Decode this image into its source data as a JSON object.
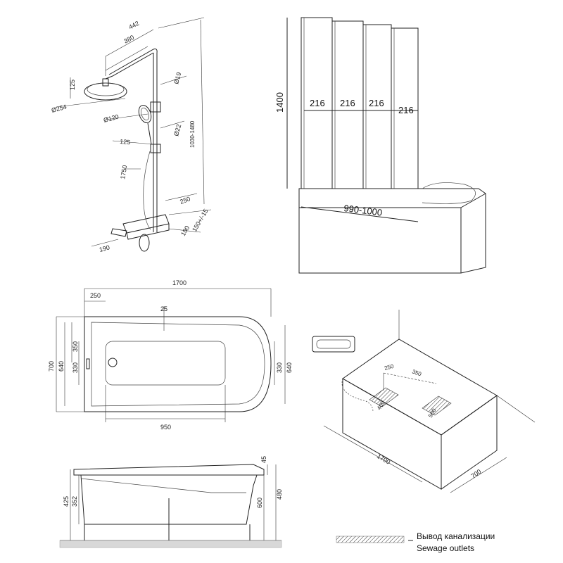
{
  "shower": {
    "dims": {
      "d442": "442",
      "d380": "380",
      "d125a": "125",
      "d254": "Ø254",
      "d19": "Ø19",
      "d120": "Ø120",
      "d22": "Ø22",
      "d125b": "125",
      "d1750": "1750",
      "d1030": "1030-1480",
      "d250": "250",
      "d150": "150+/-15",
      "d100": "100",
      "d190": "190"
    }
  },
  "screen": {
    "height": "1400",
    "panel_widths": [
      "216",
      "216",
      "216",
      "216"
    ],
    "length": "990-1000"
  },
  "bath_plan": {
    "d1700": "1700",
    "d250": "250",
    "d25": "25",
    "d700": "700",
    "d640_left": "640",
    "d350": "350",
    "d330_left": "330",
    "d330_right": "330",
    "d640_right": "640",
    "d950": "950"
  },
  "bath_side": {
    "d45": "45",
    "d425": "425",
    "d352": "352",
    "d600": "600",
    "d480": "480"
  },
  "box_3d": {
    "d250": "250",
    "d350": "350",
    "d400": "400",
    "d500": "500",
    "d1700": "1700",
    "d700": "700"
  },
  "legend": {
    "line_ru": "Вывод канализации",
    "line_en": "Sewage outlets"
  }
}
